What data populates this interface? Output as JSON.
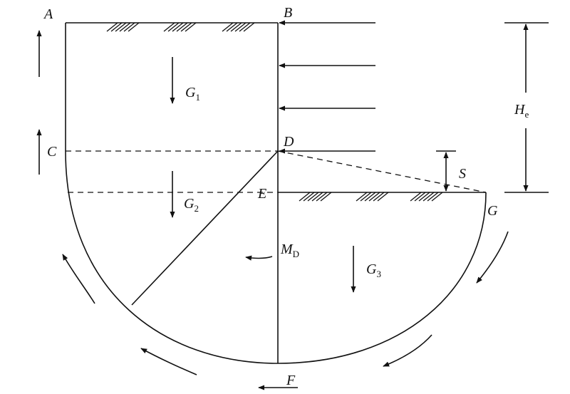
{
  "points": {
    "A": "A",
    "B": "B",
    "C": "C",
    "D": "D",
    "E": "E",
    "F": "F",
    "G": "G"
  },
  "weights": {
    "g1": {
      "main": "G",
      "sub": "1"
    },
    "g2": {
      "main": "G",
      "sub": "2"
    },
    "g3": {
      "main": "G",
      "sub": "3"
    }
  },
  "moment": {
    "main": "M",
    "sub": "D"
  },
  "dimensions": {
    "he": {
      "main": "H",
      "sub": "e"
    },
    "s": "S"
  }
}
